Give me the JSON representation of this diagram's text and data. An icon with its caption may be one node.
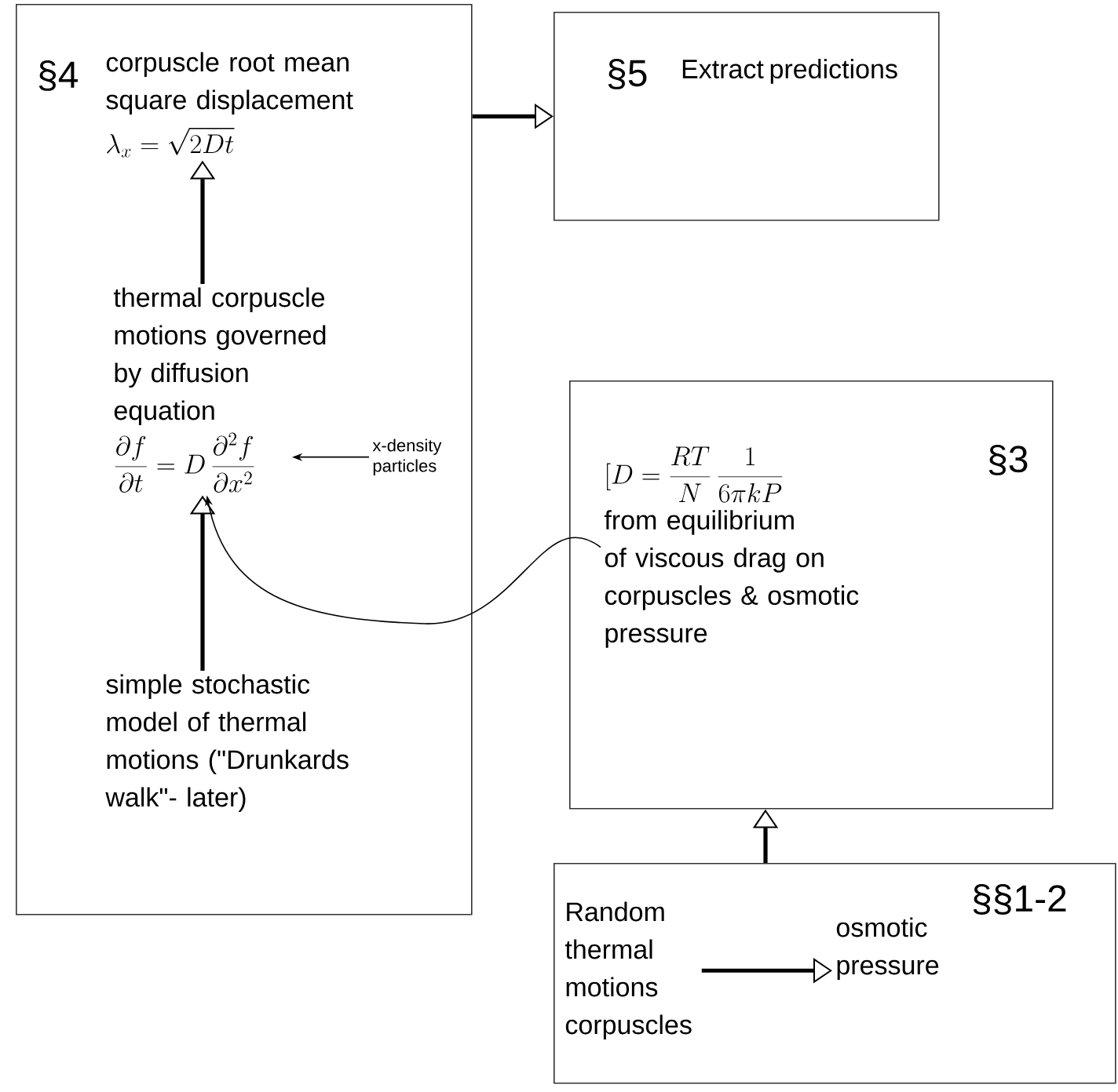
{
  "diagram": {
    "nodes": [
      {
        "text": [
          "§4"
        ]
      },
      {
        "text": [
          "corpuscle root mean square displacement",
          "\\lambda_x = \\sqrt{2Dt}"
        ],
        "in": 0
      },
      {
        "text": [
          "thermal corpuscle motions governed by diffusion equation",
          "\\frac{\\partial f}{\\partial t} = D\\,\\frac{\\partial^2 f}{\\partial x^2}"
        ],
        "in": 0
      },
      {
        "text": [
          "x-density particles"
        ],
        "in": 0
      },
      {
        "text": [
          "simple stochastic model of thermal motions (\"Drunkards walk\"- later)"
        ],
        "in": 0
      },
      {
        "text": [
          "§5",
          "Extract predictions"
        ]
      },
      {
        "text": [
          "§3"
        ]
      },
      {
        "text": [
          "[D = \\frac{RT}{N}\\,\\frac{1}{6\\pi k P}",
          "from equilibrium of viscous drag on corpuscles & osmotic pressure"
        ],
        "in": 6
      },
      {
        "text": [
          "§§1-2"
        ]
      },
      {
        "text": [
          "Random thermal motions corpuscles"
        ],
        "in": 8
      },
      {
        "text": [
          "osmotic pressure"
        ],
        "in": 8
      }
    ],
    "edges": [
      {
        "from": 2,
        "to": 1,
        "arrow": "to"
      },
      {
        "from": 4,
        "to": 2,
        "arrow": "to"
      },
      {
        "from": 0,
        "to": 5,
        "arrow": "to"
      },
      {
        "from": 3,
        "to": 2,
        "arrow": "to"
      },
      {
        "from": 7,
        "to": 2,
        "arrow": "to"
      },
      {
        "from": 8,
        "to": 6,
        "arrow": "to"
      },
      {
        "from": 9,
        "to": 10,
        "arrow": "to"
      }
    ]
  }
}
